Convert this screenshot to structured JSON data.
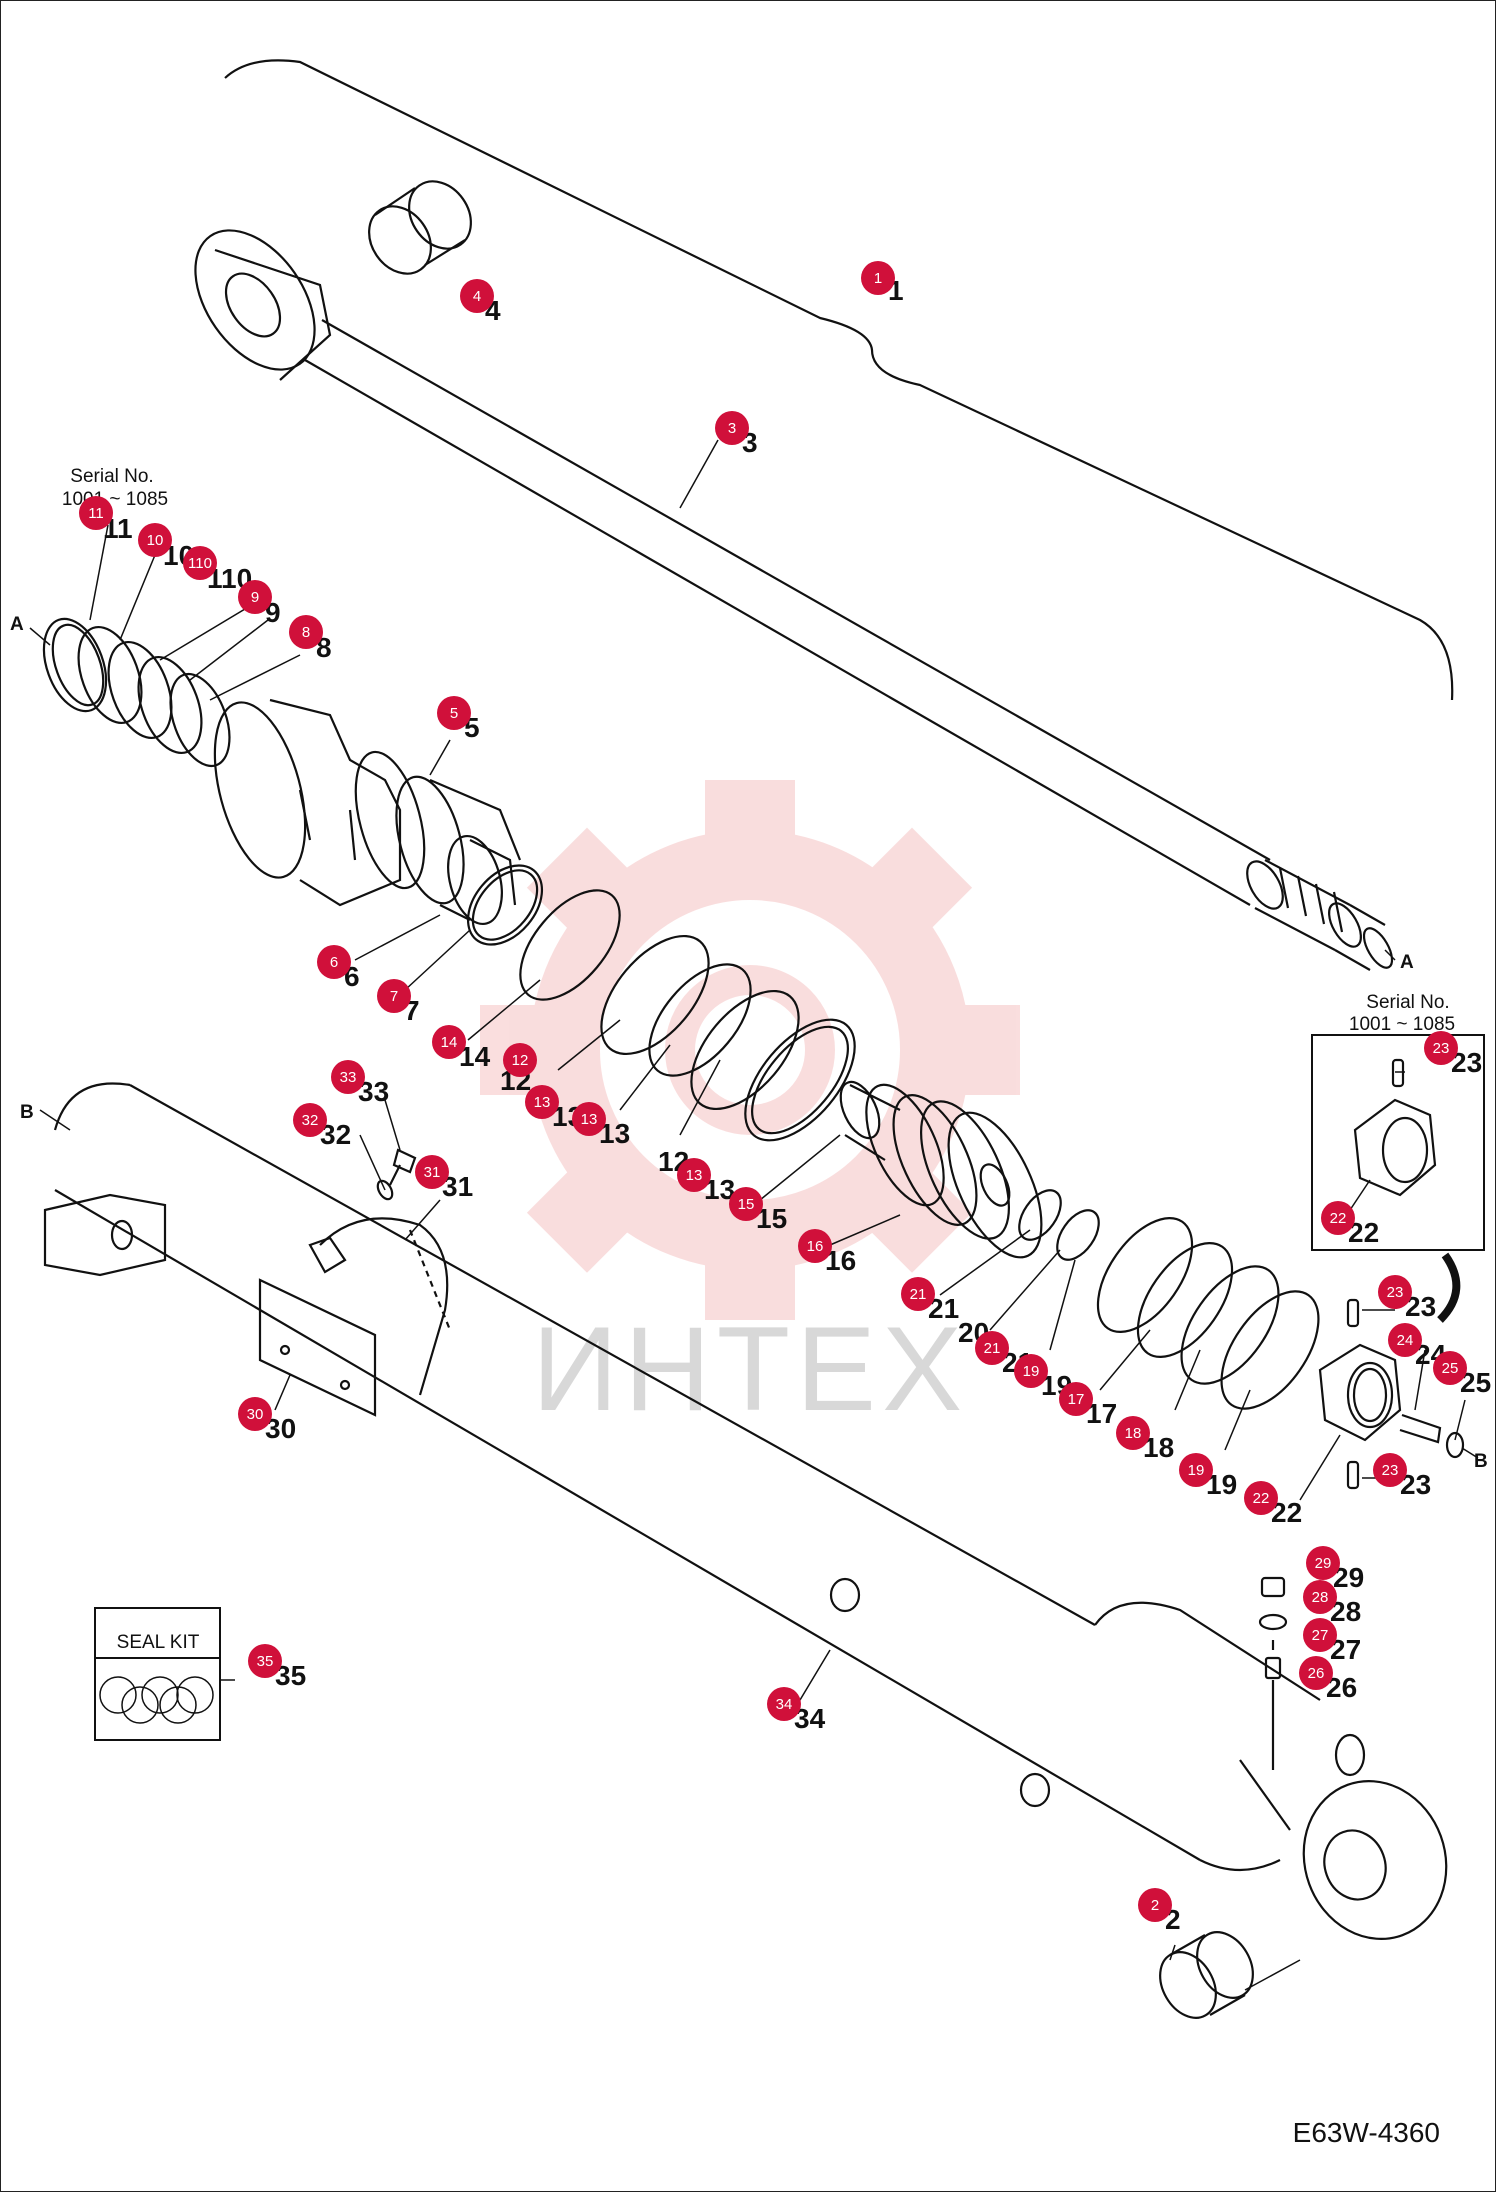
{
  "diagram_code": "E63W-4360",
  "serial_note": {
    "title": "Serial No.",
    "range": "1001 ~ 1085"
  },
  "seal_kit_label": "SEAL KIT",
  "point_labels": {
    "a": "A",
    "b": "B"
  },
  "watermark": "ИНТЕХ",
  "colors": {
    "marker": "#d0103a",
    "marker_text": "#ffffff",
    "line": "#111111",
    "watermark": "#e34a4a"
  },
  "markers": [
    {
      "id": "m1",
      "label": "1"
    },
    {
      "id": "m2",
      "label": "2"
    },
    {
      "id": "m3",
      "label": "3"
    },
    {
      "id": "m4",
      "label": "4"
    },
    {
      "id": "m5",
      "label": "5"
    },
    {
      "id": "m6",
      "label": "6"
    },
    {
      "id": "m7",
      "label": "7"
    },
    {
      "id": "m8",
      "label": "8"
    },
    {
      "id": "m9",
      "label": "9"
    },
    {
      "id": "m10",
      "label": "10"
    },
    {
      "id": "m110",
      "label": "110"
    },
    {
      "id": "m11",
      "label": "11"
    },
    {
      "id": "m12",
      "label": "12"
    },
    {
      "id": "m13a",
      "label": "13"
    },
    {
      "id": "m13b",
      "label": "13"
    },
    {
      "id": "m13c",
      "label": "13"
    },
    {
      "id": "m14",
      "label": "14"
    },
    {
      "id": "m15",
      "label": "15"
    },
    {
      "id": "m16",
      "label": "16"
    },
    {
      "id": "m17",
      "label": "17"
    },
    {
      "id": "m18",
      "label": "18"
    },
    {
      "id": "m19a",
      "label": "19"
    },
    {
      "id": "m19b",
      "label": "19"
    },
    {
      "id": "m21a",
      "label": "21"
    },
    {
      "id": "m21b",
      "label": "21"
    },
    {
      "id": "m22a",
      "label": "22"
    },
    {
      "id": "m22b",
      "label": "22"
    },
    {
      "id": "m23a",
      "label": "23"
    },
    {
      "id": "m23b",
      "label": "23"
    },
    {
      "id": "m23c",
      "label": "23"
    },
    {
      "id": "m24",
      "label": "24"
    },
    {
      "id": "m25",
      "label": "25"
    },
    {
      "id": "m26",
      "label": "26"
    },
    {
      "id": "m27",
      "label": "27"
    },
    {
      "id": "m28",
      "label": "28"
    },
    {
      "id": "m29",
      "label": "29"
    },
    {
      "id": "m30",
      "label": "30"
    },
    {
      "id": "m31",
      "label": "31"
    },
    {
      "id": "m32",
      "label": "32"
    },
    {
      "id": "m33",
      "label": "33"
    },
    {
      "id": "m34",
      "label": "34"
    },
    {
      "id": "m35",
      "label": "35"
    }
  ],
  "numbers": [
    {
      "id": "n4",
      "label": "4"
    },
    {
      "id": "n3",
      "label": "3"
    },
    {
      "id": "n1",
      "label": "1"
    },
    {
      "id": "n11",
      "label": "11"
    },
    {
      "id": "n10",
      "label": "10"
    },
    {
      "id": "n110",
      "label": "110"
    },
    {
      "id": "n9",
      "label": "9"
    },
    {
      "id": "n8",
      "label": "8"
    },
    {
      "id": "n5",
      "label": "5"
    },
    {
      "id": "n6",
      "label": "6"
    },
    {
      "id": "n7",
      "label": "7"
    },
    {
      "id": "n14",
      "label": "14"
    },
    {
      "id": "n12a",
      "label": "12"
    },
    {
      "id": "n12b",
      "label": "12"
    },
    {
      "id": "n13a",
      "label": "13"
    },
    {
      "id": "n13b",
      "label": "13"
    },
    {
      "id": "n13c",
      "label": "13"
    },
    {
      "id": "n15",
      "label": "15"
    },
    {
      "id": "n16",
      "label": "16"
    },
    {
      "id": "n21a",
      "label": "21"
    },
    {
      "id": "n20",
      "label": "20"
    },
    {
      "id": "n21b",
      "label": "21"
    },
    {
      "id": "n19a",
      "label": "19"
    },
    {
      "id": "n17",
      "label": "17"
    },
    {
      "id": "n18",
      "label": "18"
    },
    {
      "id": "n19b",
      "label": "19"
    },
    {
      "id": "n22a",
      "label": "22"
    },
    {
      "id": "n22b",
      "label": "22"
    },
    {
      "id": "n23a",
      "label": "23"
    },
    {
      "id": "n23b",
      "label": "23"
    },
    {
      "id": "n23c",
      "label": "23"
    },
    {
      "id": "n24",
      "label": "24"
    },
    {
      "id": "n25",
      "label": "25"
    },
    {
      "id": "n33",
      "label": "33"
    },
    {
      "id": "n32",
      "label": "32"
    },
    {
      "id": "n31",
      "label": "31"
    },
    {
      "id": "n30",
      "label": "30"
    },
    {
      "id": "n35",
      "label": "35"
    },
    {
      "id": "n34",
      "label": "34"
    },
    {
      "id": "n29",
      "label": "29"
    },
    {
      "id": "n28",
      "label": "28"
    },
    {
      "id": "n27",
      "label": "27"
    },
    {
      "id": "n26",
      "label": "26"
    },
    {
      "id": "n2",
      "label": "2"
    }
  ]
}
